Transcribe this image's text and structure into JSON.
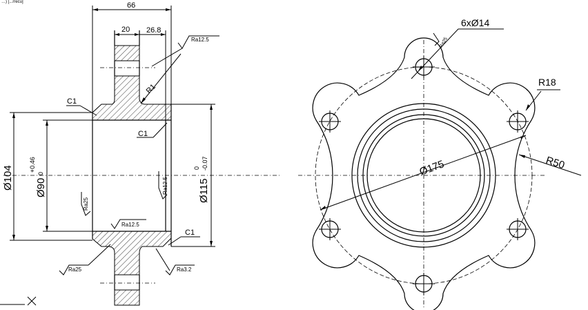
{
  "corner_text": "…) [...rrecu]",
  "section_view": {
    "dims": {
      "overall_length": "66",
      "flange_thickness": "20",
      "boss_length": "26.8",
      "outer_dia": "Ø104",
      "bore_dia": "Ø90",
      "bore_tol_upper": "+0.46",
      "bore_tol_lower": "0",
      "shaft_dia": "Ø115",
      "shaft_tol_upper": "0",
      "shaft_tol_lower": "-0.07",
      "fillet": "R1",
      "chamfer_top_left": "C1",
      "chamfer_inner": "C1",
      "chamfer_bottom_right": "C1"
    },
    "roughness": {
      "top_right": "Ra12.5",
      "inner_bore": "Ra12.5",
      "left_face": "Ra25",
      "inner_vertical": "Ra12.5",
      "bottom_left": "Ra25",
      "bottom_right": "Ra3.2"
    }
  },
  "front_view": {
    "dims": {
      "holes": "6xØ14",
      "hole_roughness": "Ra25",
      "lobe_radius": "R18",
      "outer_radius": "R50",
      "pitch_circle": "Ø175"
    }
  }
}
